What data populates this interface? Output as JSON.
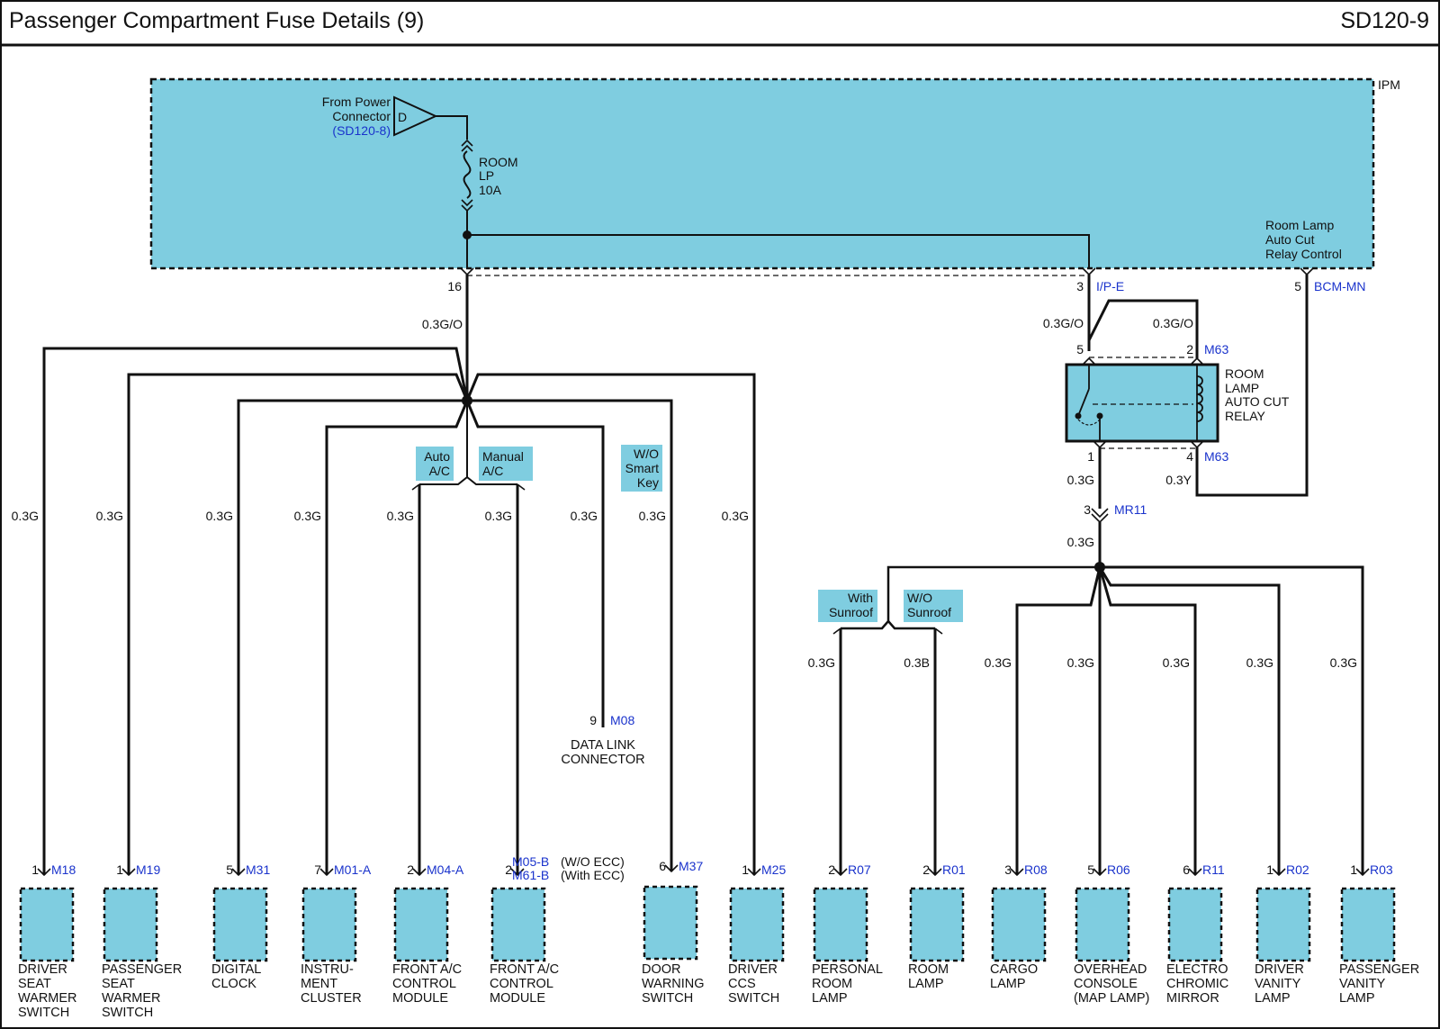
{
  "header": {
    "title": "Passenger Compartment Fuse Details (9)",
    "code": "SD120-9"
  },
  "ipm": {
    "label": "IPM",
    "source_lines": [
      "From Power",
      "Connector"
    ],
    "source_ref": "(SD120-8)",
    "source_letter": "D",
    "fuse_lines": [
      "ROOM",
      "LP",
      "10A"
    ],
    "relay_ctrl_lines": [
      "Room Lamp",
      "Auto Cut",
      "Relay Control"
    ],
    "out_pin": "16",
    "ipe_pin": "3",
    "ipe_conn": "I/P-E",
    "bcm_pin": "5",
    "bcm_conn": "BCM-MN"
  },
  "main_wire": "0.3G/O",
  "relay": {
    "name_lines": [
      "ROOM",
      "LAMP",
      "AUTO CUT",
      "RELAY"
    ],
    "wire_in_left": "0.3G/O",
    "wire_in_right": "0.3G/O",
    "pin5": "5",
    "pin2": "2",
    "conn_top": "M63",
    "pin1": "1",
    "pin4": "4",
    "conn_bottom": "M63",
    "wire_out": "0.3G",
    "wire_ctrl": "0.3Y"
  },
  "mr11": {
    "pin": "3",
    "conn": "MR11",
    "wire": "0.3G"
  },
  "options": {
    "auto_ac": [
      "Auto",
      "A/C"
    ],
    "manual_ac": [
      "Manual",
      "A/C"
    ],
    "wo_smart_key": [
      "W/O",
      "Smart",
      "Key"
    ],
    "with_sunroof": [
      "With",
      "Sunroof"
    ],
    "wo_sunroof": [
      "W/O",
      "Sunroof"
    ]
  },
  "data_link": {
    "pin": "9",
    "conn": "M08",
    "lines": [
      "DATA LINK",
      "CONNECTOR"
    ]
  },
  "branches_left": [
    {
      "wire": "0.3G",
      "pin": "1",
      "conn": "M18",
      "lines": [
        "DRIVER",
        "SEAT",
        "WARMER",
        "SWITCH"
      ]
    },
    {
      "wire": "0.3G",
      "pin": "1",
      "conn": "M19",
      "lines": [
        "PASSENGER",
        "SEAT",
        "WARMER",
        "SWITCH"
      ]
    },
    {
      "wire": "0.3G",
      "pin": "5",
      "conn": "M31",
      "lines": [
        "DIGITAL",
        "CLOCK"
      ]
    },
    {
      "wire": "0.3G",
      "pin": "7",
      "conn": "M01-A",
      "lines": [
        "INSTRU-",
        "MENT",
        "CLUSTER"
      ]
    },
    {
      "wire": "0.3G",
      "pin": "2",
      "conn": "M04-A",
      "lines": [
        "FRONT A/C",
        "CONTROL",
        "MODULE"
      ]
    },
    {
      "wire": "0.3G",
      "pin": "2",
      "conn": "M05-B",
      "conn_note": "(W/O ECC)",
      "conn2": "M61-B",
      "conn2_note": "(With ECC)",
      "lines": [
        "FRONT A/C",
        "CONTROL",
        "MODULE"
      ]
    },
    {
      "wire": "0.3G",
      "pin": "",
      "conn": "",
      "lines": []
    },
    {
      "wire": "0.3G",
      "pin": "6",
      "conn": "M37",
      "lines": [
        "DOOR",
        "WARNING",
        "SWITCH"
      ]
    },
    {
      "wire": "0.3G",
      "pin": "1",
      "conn": "M25",
      "lines": [
        "DRIVER",
        "CCS",
        "SWITCH"
      ]
    }
  ],
  "branches_right": [
    {
      "wire": "0.3G",
      "pin": "2",
      "conn": "R07",
      "lines": [
        "PERSONAL",
        "ROOM",
        "LAMP"
      ]
    },
    {
      "wire": "0.3B",
      "pin": "2",
      "conn": "R01",
      "lines": [
        "ROOM",
        "LAMP"
      ]
    },
    {
      "wire": "0.3G",
      "pin": "3",
      "conn": "R08",
      "lines": [
        "CARGO",
        "LAMP"
      ]
    },
    {
      "wire": "0.3G",
      "pin": "5",
      "conn": "R06",
      "lines": [
        "OVERHEAD",
        "CONSOLE",
        "(MAP LAMP)"
      ]
    },
    {
      "wire": "0.3G",
      "pin": "6",
      "conn": "R11",
      "lines": [
        "ELECTRO",
        "CHROMIC",
        "MIRROR"
      ]
    },
    {
      "wire": "0.3G",
      "pin": "1",
      "conn": "R02",
      "lines": [
        "DRIVER",
        "VANITY",
        "LAMP"
      ]
    },
    {
      "wire": "0.3G",
      "pin": "1",
      "conn": "R03",
      "lines": [
        "PASSENGER",
        "VANITY",
        "LAMP"
      ]
    }
  ],
  "colors": {
    "fill": "#7fcde0",
    "wire": "#111111",
    "connector_text": "#1a33cc"
  }
}
